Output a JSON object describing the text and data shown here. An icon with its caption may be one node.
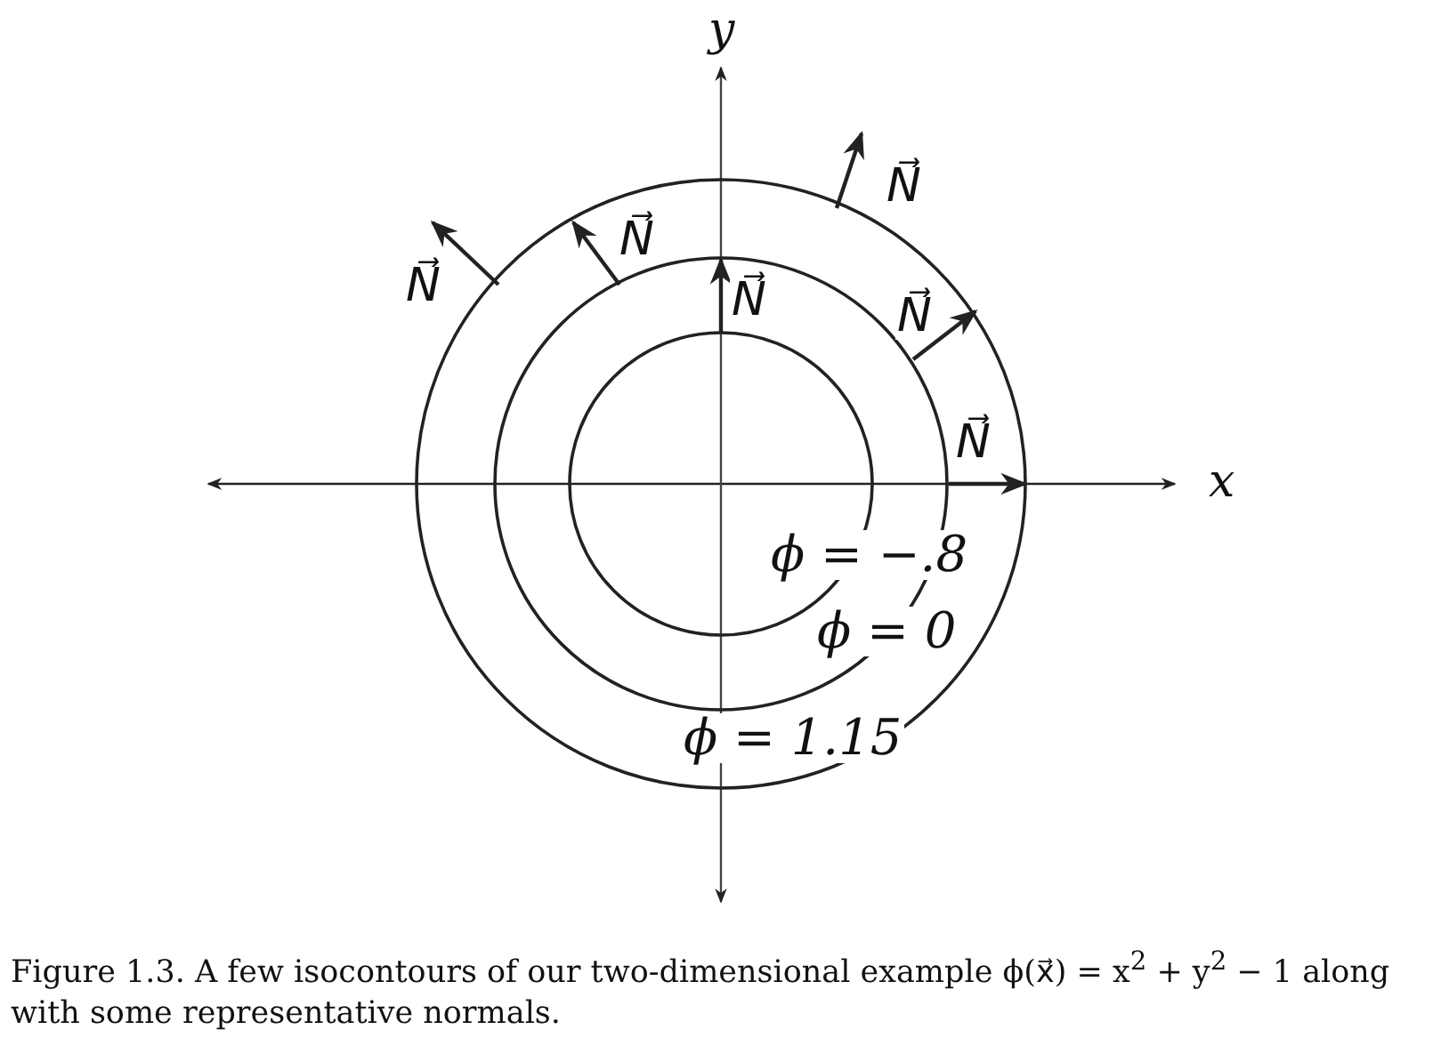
{
  "diagram": {
    "caption": "Figure 1.3. A few isocontours of our two-dimensional example ϕ(x⃗) = x$^{2}$ + y$^{2}$ − 1 along with some representative normals.",
    "labels": [
      "y",
      "N⃗",
      "N⃗",
      "N⃗",
      "N⃗",
      "N⃗",
      "N⃗",
      "x",
      "ϕ = −.8",
      "ϕ = 0",
      "ϕ = 1.15"
    ]
  }
}
